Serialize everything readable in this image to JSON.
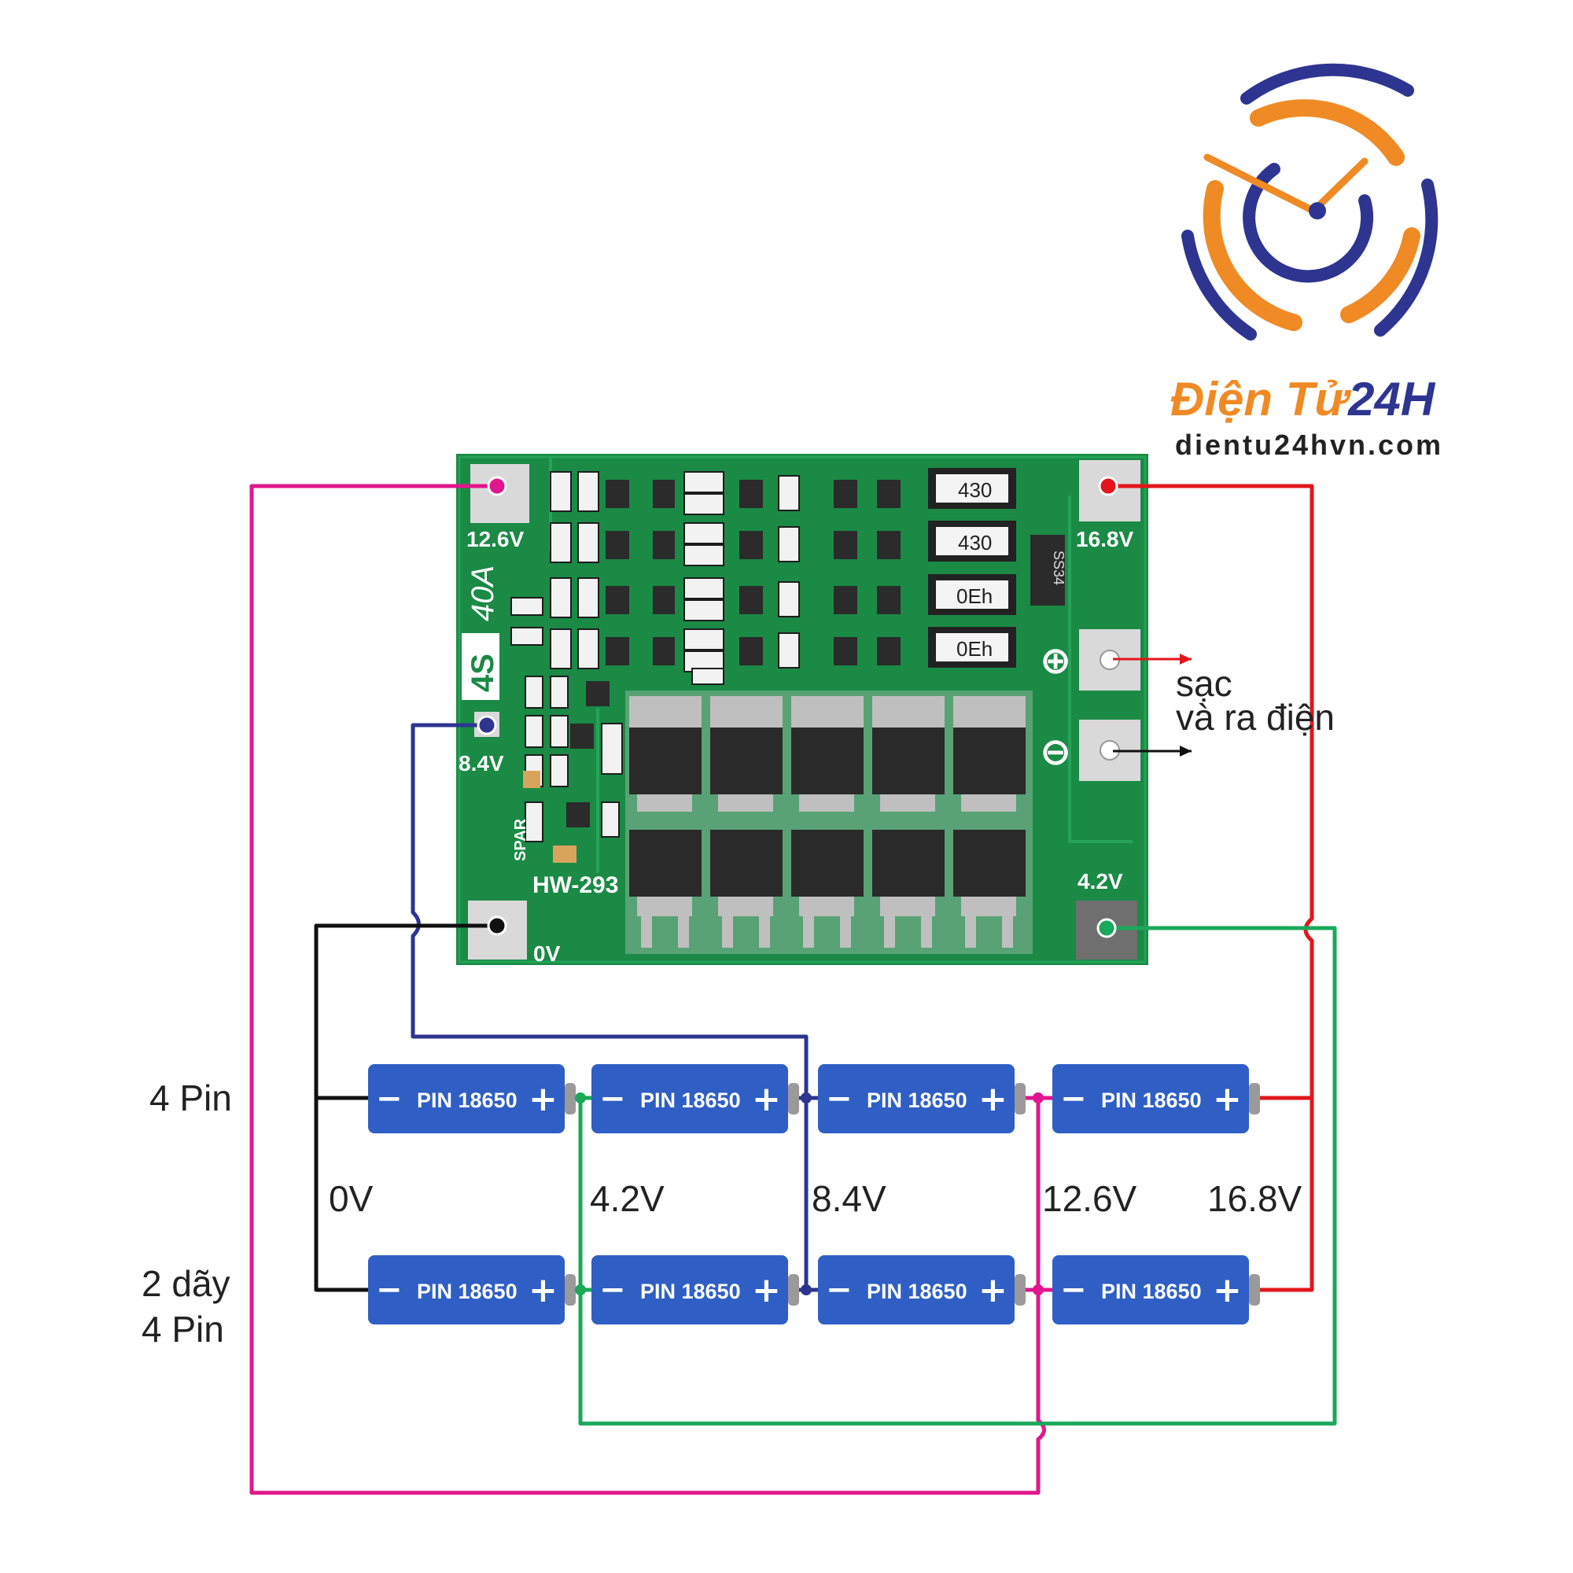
{
  "brand": {
    "name": "Điện Tử24H",
    "name_part1": "Điện Tử",
    "name_part2": "24H",
    "website": "dientu24hvn.com",
    "colors": {
      "orange": "#f08a24",
      "navy": "#2d3591"
    }
  },
  "board": {
    "model": "HW-293",
    "series": "4S",
    "current": "40A",
    "pads": {
      "v12_6": "12.6V",
      "v16_8": "16.8V",
      "v8_4": "8.4V",
      "v0": "0V",
      "v4_2": "4.2V"
    },
    "terminal_signs": {
      "plus": "⊕",
      "minus": "⊖"
    },
    "component_marks": [
      "430",
      "430",
      "0Eh",
      "0Eh",
      "SS34",
      "SPAR"
    ],
    "color": "#1a8a45"
  },
  "annotations": {
    "charge_line1": "sạc",
    "charge_line2": "và ra điện"
  },
  "pack": {
    "row1_label": "4 Pin",
    "row2_label_line1": "2 dãy",
    "row2_label_line2": "4 Pin",
    "cell_label": "PIN 18650",
    "cell_minus": "−",
    "cell_plus": "+",
    "cell_color": "#2f5fc4",
    "voltages": [
      "0V",
      "4.2V",
      "8.4V",
      "12.6V",
      "16.8V"
    ]
  },
  "wire_colors": {
    "v0": "#111111",
    "v4_2": "#1aa85a",
    "v8_4": "#2d3591",
    "v12_6": "#e0168c",
    "v16_8": "#e3151b"
  }
}
